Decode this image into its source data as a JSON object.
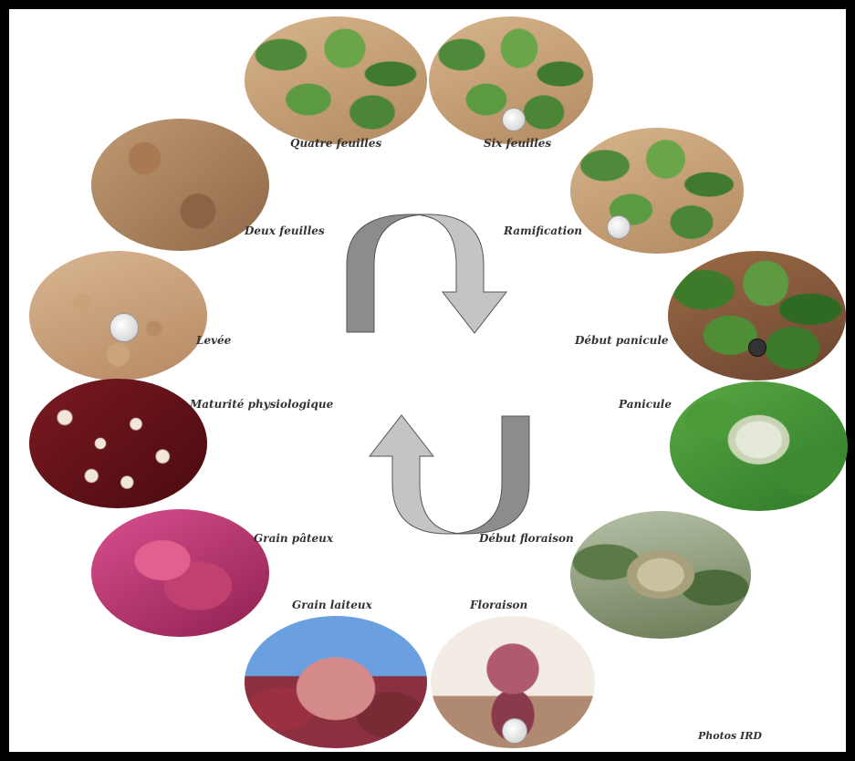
{
  "stages": [
    {
      "key": "quatre",
      "label": "Quatre feuilles"
    },
    {
      "key": "six",
      "label": "Six feuilles"
    },
    {
      "key": "deux",
      "label": "Deux feuilles"
    },
    {
      "key": "ramification",
      "label": "Ramification"
    },
    {
      "key": "levee",
      "label": "Levée"
    },
    {
      "key": "debut_panicule",
      "label": "Début panicule"
    },
    {
      "key": "maturite",
      "label": "Maturité physiologique"
    },
    {
      "key": "panicule",
      "label": "Panicule"
    },
    {
      "key": "grain_pateux",
      "label": "Grain pâteux"
    },
    {
      "key": "debut_floraison",
      "label": "Début floraison"
    },
    {
      "key": "grain_laiteux",
      "label": "Grain laiteux"
    },
    {
      "key": "floraison",
      "label": "Floraison"
    }
  ],
  "credit": "Photos IRD",
  "colors": {
    "arrow_dark": "#8c8c8c",
    "arrow_light": "#c4c4c4",
    "frame": "#000000"
  }
}
